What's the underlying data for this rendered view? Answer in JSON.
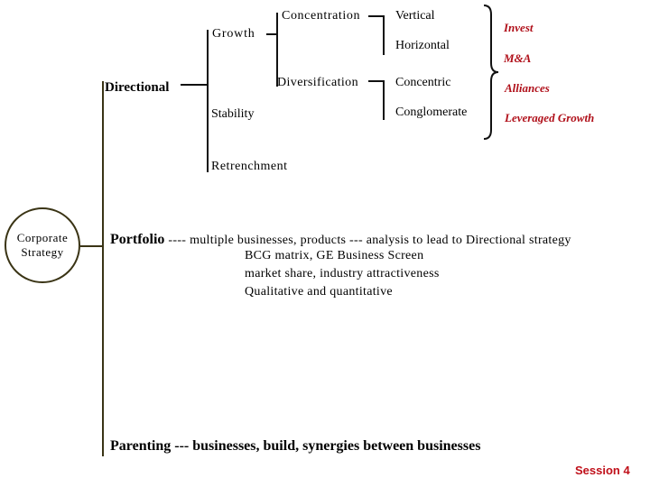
{
  "root": {
    "line1": "Corporate",
    "line2": "Strategy"
  },
  "directional": {
    "label": "Directional",
    "growth": {
      "label": "Growth",
      "concentration": {
        "label": "Concentration",
        "children": [
          "Vertical",
          "Horizontal"
        ]
      },
      "diversification": {
        "label": "Diversification",
        "children": [
          "Concentric",
          "Conglomerate"
        ]
      }
    },
    "stability": "Stability",
    "retrenchment": "Retrenchment"
  },
  "growth_methods": [
    "Invest",
    "M&A",
    "Alliances",
    "Leveraged Growth"
  ],
  "portfolio": {
    "label": "Portfolio",
    "line1": "---- multiple businesses, products --- analysis to lead to Directional strategy",
    "line2": "BCG matrix, GE Business Screen",
    "line3": "market share, industry attractiveness",
    "line4": "Qualitative and quantitative"
  },
  "parenting": {
    "label": "Parenting",
    "text": "--- businesses, build, synergies between businesses"
  },
  "footer": {
    "session": "Session 4"
  },
  "colors": {
    "accent_red": "#b0101a",
    "line_olive": "#3a3415"
  }
}
